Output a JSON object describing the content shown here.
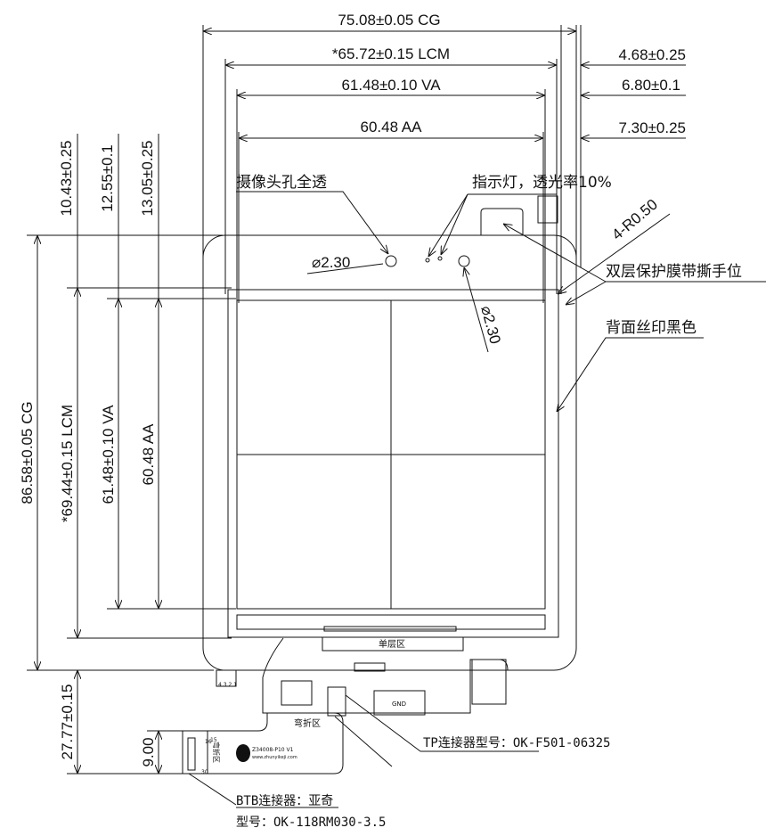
{
  "dimensions": {
    "top": {
      "cg_width": "75.08±0.05 CG",
      "lcm_width": "*65.72±0.15 LCM",
      "va_width": "61.48±0.10 VA",
      "aa_width": "60.48 AA"
    },
    "right": {
      "offset_1": "4.68±0.25",
      "offset_2": "6.80±0.1",
      "offset_3": "7.30±0.25"
    },
    "left": {
      "top_1": "10.43±0.25",
      "top_2": "12.55±0.1",
      "top_3": "13.05±0.25",
      "cg_height": "86.58±0.05 CG",
      "lcm_height": "*69.44±0.15 LCM",
      "va_height": "61.48±0.10 VA",
      "aa_height": "60.48 AA",
      "fpc_length": "27.77±0.15",
      "connector_width": "9.00"
    },
    "hole_diameter_1": "⌀2.30",
    "hole_diameter_2": "⌀2.30",
    "corner_radius": "4-R0.50"
  },
  "annotations": {
    "camera_hole": "摄像头孔全透",
    "indicator": "指示灯，透光率10%",
    "protective_film": "双层保护膜带撕手位",
    "back_silk": "背面丝印黑色",
    "single_layer": "单层区",
    "bend_zone": "弯折区",
    "bend_zone_vertical": "弯折区",
    "gnd": "GND",
    "fpc_code": "Z34008-P10 V1",
    "fpc_site": "www.zhunyikeji.com",
    "tp_connector": "TP连接器型号：OK-F501-06325",
    "btb_connector": "BTB连接器：亚奇",
    "btb_model": "型号：OK-118RM030-3.5",
    "pin_numbers": "4 3 2 1",
    "pin_15": "15",
    "pin_16": "16",
    "pin_30": "30"
  }
}
